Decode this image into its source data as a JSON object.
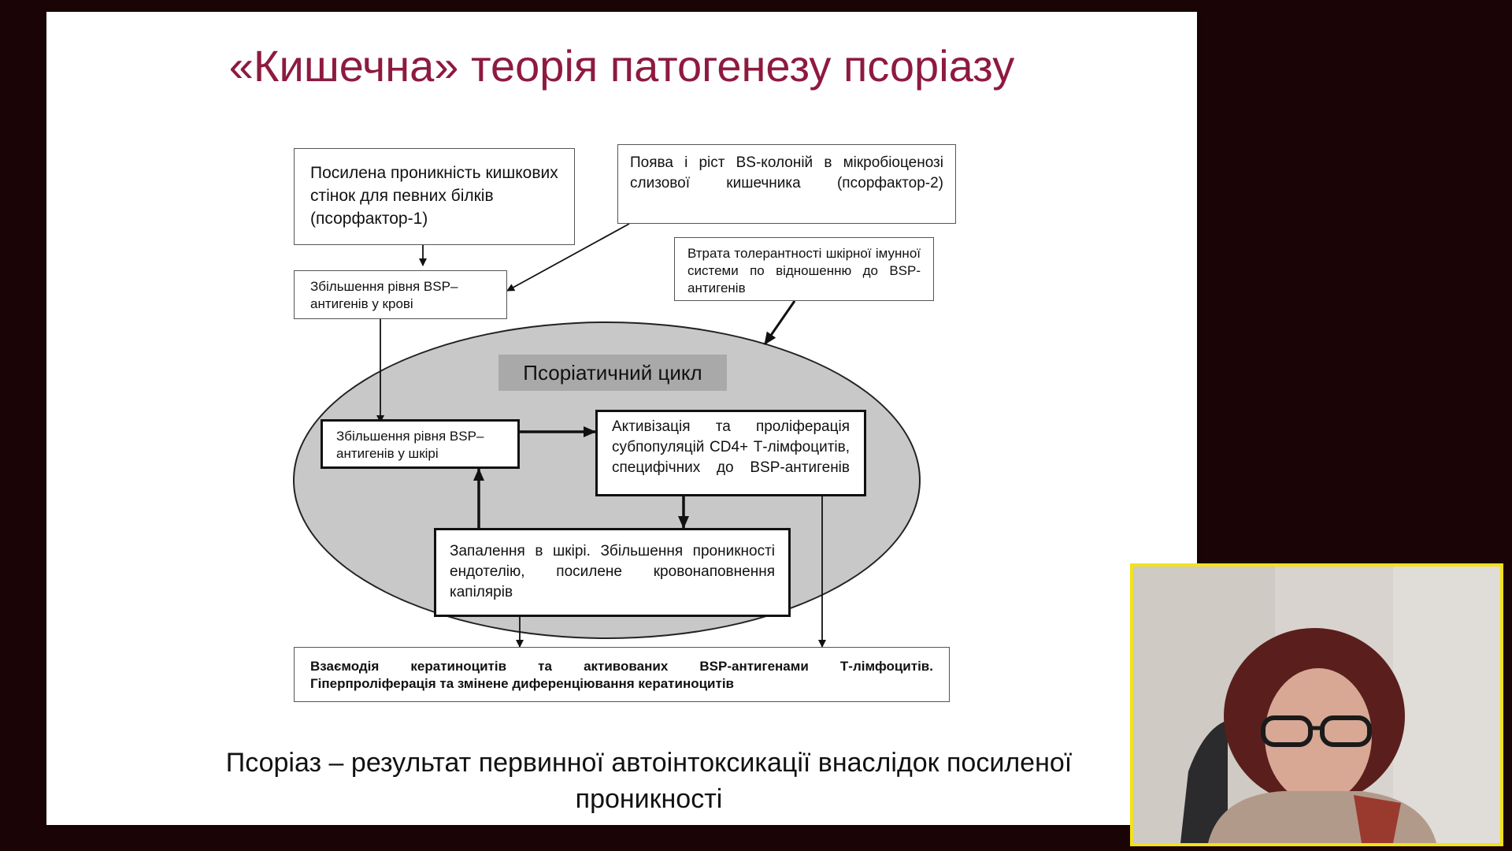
{
  "slide": {
    "title": "«Кишечна» теорія патогенезу псоріазу",
    "boxes": {
      "psorfactor1": "Посилена проникність кишкових стінок для певних білків (псорфактор-1)",
      "psorfactor2": "Поява і ріст BS-колоній в мікробіоценозі слизової кишечника (псорфактор-2)",
      "tolerance_loss": "Втрата толерантності шкірної імунної системи по відношенню до BSP-антигенів",
      "bsp_blood": "Збільшення рівня BSP–антигенів у крові",
      "cycle_label": "Псоріатичний цикл",
      "bsp_skin": "Збільшення рівня BSP–антигенів у шкірі",
      "activation": "Активізація та проліферація субпопуляцій CD4+ Т-лімфоцитів, специфічних до BSP-антигенів",
      "inflammation": "Запалення в шкірі. Збільшення проникності ендотелію, посилене кровонаповнення капілярів",
      "interaction_line1": "Взаємодія кератиноцитів та активованих BSP-антигенами Т-лімфоцитів.",
      "interaction_line2": "Гіперпроліферація та змінене диференціювання кератиноцитів"
    },
    "conclusion": "Псоріаз – результат первинної автоінтоксикації внаслідок посиленої проникності"
  },
  "webcam": {
    "border_color": "#f2e21a"
  }
}
